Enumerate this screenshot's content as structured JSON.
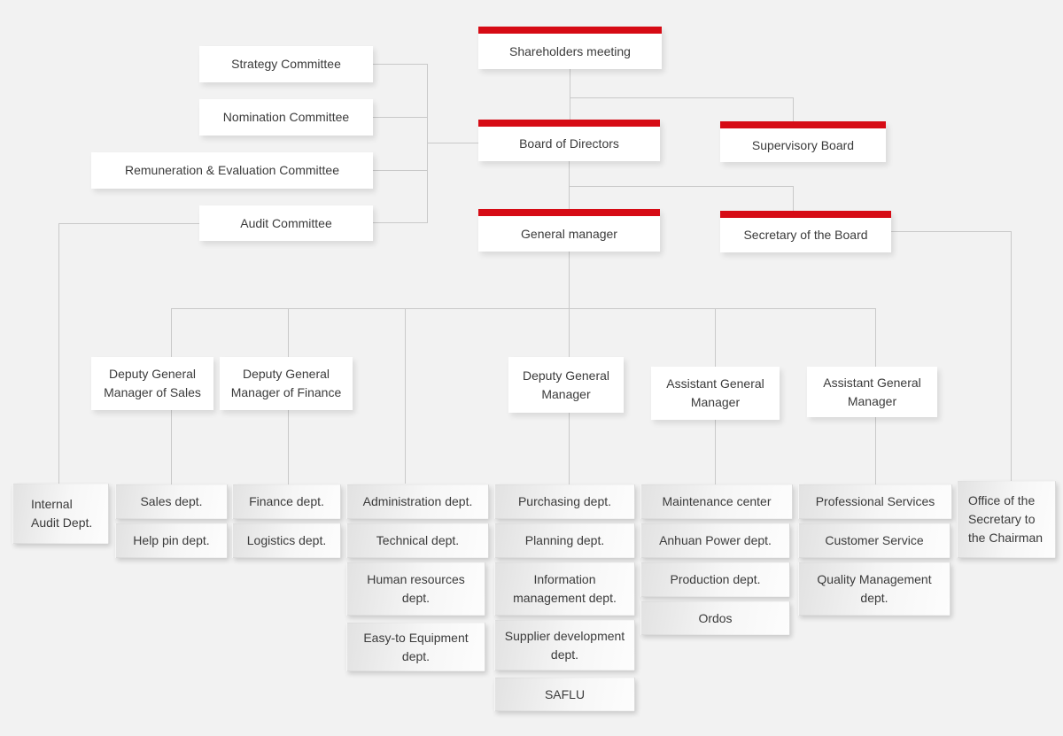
{
  "colors": {
    "background": "#f2f2f2",
    "accent_red": "#d60b15",
    "connector_line": "#c9c9c9",
    "text": "#3b3b3b"
  },
  "org_chart": {
    "governance": {
      "shareholders_meeting": "Shareholders meeting",
      "board_of_directors": "Board of Directors",
      "supervisory_board": "Supervisory Board",
      "general_manager": "General manager",
      "secretary_of_the_board": "Secretary of the Board"
    },
    "committees": [
      "Strategy Committee",
      "Nomination Committee",
      "Remuneration & Evaluation Committee",
      "Audit Committee"
    ],
    "executives": [
      "Deputy General Manager of Sales",
      "Deputy General Manager of Finance",
      "Deputy General Manager",
      "Assistant General Manager",
      "Assistant General Manager"
    ],
    "departments": {
      "audit_column": [
        "Internal Audit Dept."
      ],
      "sales_column": [
        "Sales dept.",
        "Help pin dept."
      ],
      "finance_column": [
        "Finance dept.",
        "Logistics dept."
      ],
      "administration_column": [
        "Administration dept.",
        "Technical dept.",
        "Human resources dept.",
        "Easy-to Equipment dept."
      ],
      "purchasing_column": [
        "Purchasing dept.",
        "Planning dept.",
        "Information management dept.",
        "Supplier development dept.",
        "SAFLU"
      ],
      "operations_column": [
        "Maintenance center",
        "Anhuan Power dept.",
        "Production dept.",
        "Ordos"
      ],
      "services_column": [
        "Professional Services",
        "Customer Service",
        "Quality Management dept."
      ],
      "secretary_office_column": [
        "Office of the Secretary to the Chairman"
      ]
    }
  }
}
